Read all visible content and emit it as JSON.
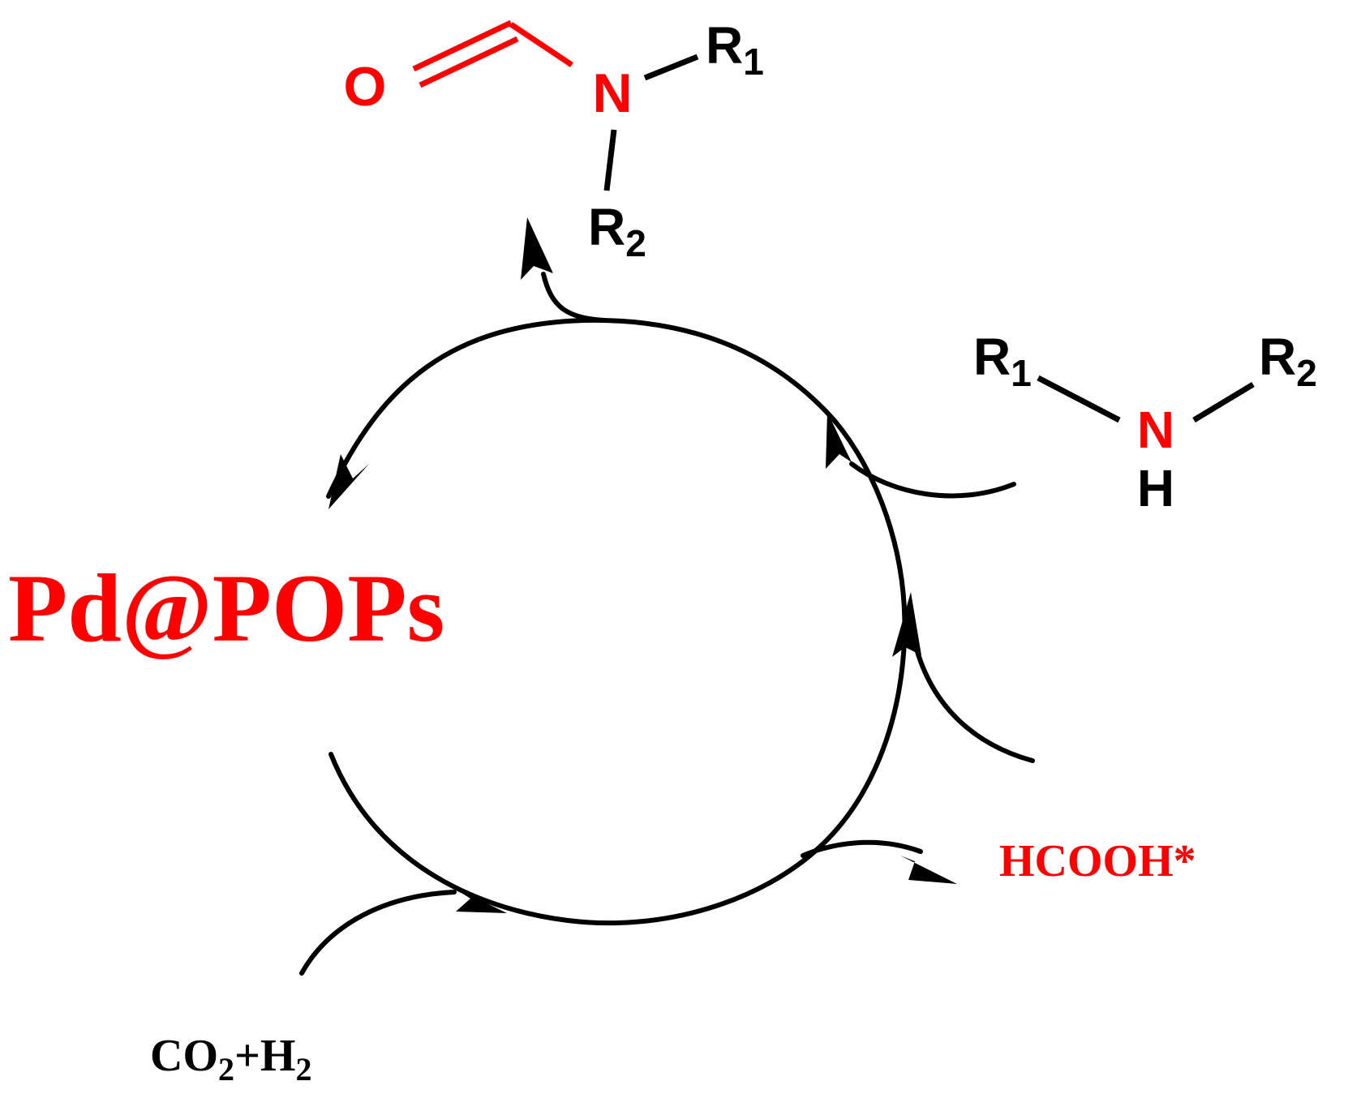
{
  "catalyst": {
    "label": "Pd@POPs",
    "color": "#ff0000"
  },
  "product": {
    "oxygen": "O",
    "nitrogen": "N",
    "r1": "R",
    "r1_sub": "1",
    "r2": "R",
    "r2_sub": "2",
    "color_highlight": "#ff0000"
  },
  "amine": {
    "r1": "R",
    "r1_sub": "1",
    "r2": "R",
    "r2_sub": "2",
    "nitrogen": "N",
    "hydrogen": "H"
  },
  "intermediate": {
    "label": "HCOOH*",
    "color": "#ff0000"
  },
  "reactants": {
    "co2": "CO",
    "co2_sub": "2",
    "plus": "+H",
    "h2_sub": "2"
  }
}
